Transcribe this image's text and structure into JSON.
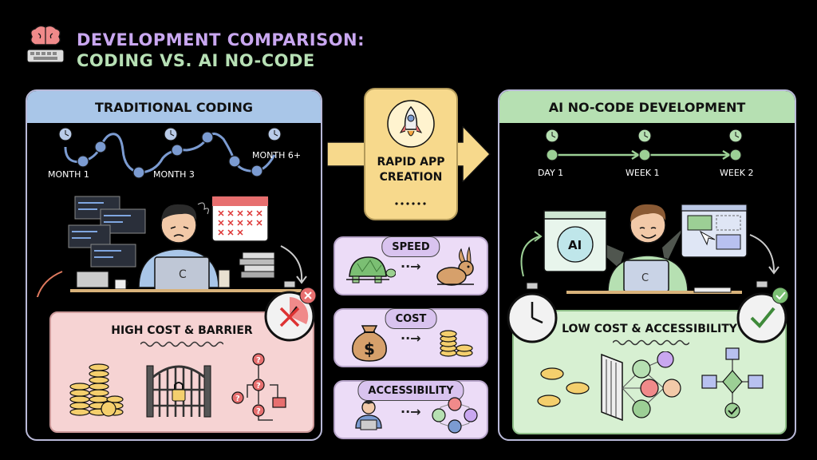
{
  "header": {
    "title_line1": "DEVELOPMENT COMPARISON:",
    "title_line2": "CODING VS. AI NO-CODE",
    "icon": "brain-keyboard-icon"
  },
  "traditional": {
    "title": "TRADITIONAL CODING",
    "timeline": [
      "MONTH 1",
      "MONTH 3",
      "MONTH 6+"
    ],
    "box_title": "HIGH COST & BARRIER",
    "icons": [
      "coin-stack-icon",
      "locked-gate-icon",
      "question-flowchart-icon",
      "stopwatch-x-icon",
      "calendar-icon"
    ]
  },
  "center": {
    "banner_title": "RAPID APP CREATION",
    "banner_icon": "rocket-icon",
    "metrics": [
      {
        "label": "SPEED",
        "from_icon": "turtle-icon",
        "to_icon": "rabbit-icon",
        "arrow": "··→"
      },
      {
        "label": "COST",
        "from_icon": "money-bag-icon",
        "to_icon": "coins-icon",
        "arrow": "··→"
      },
      {
        "label": "ACCESSIBILITY",
        "from_icon": "single-user-icon",
        "to_icon": "user-group-icon",
        "arrow": "··→"
      }
    ]
  },
  "nocode": {
    "title": "AI NO-CODE DEVELOPMENT",
    "timeline": [
      "DAY 1",
      "WEEK 1",
      "WEEK 2"
    ],
    "ai_label": "AI",
    "box_title": "LOW COST & ACCESSIBILITY",
    "icons": [
      "coins-icon",
      "open-door-users-icon",
      "flowchart-check-icon",
      "stopwatch-check-icon"
    ]
  },
  "colors": {
    "trad_head": "#a9c6e8",
    "trad_box": "#f6d3d3",
    "nocode_head": "#b6e0b2",
    "nocode_box": "#d7f0d2",
    "banner": "#f7d98c",
    "metric": "#ecdcf7"
  }
}
